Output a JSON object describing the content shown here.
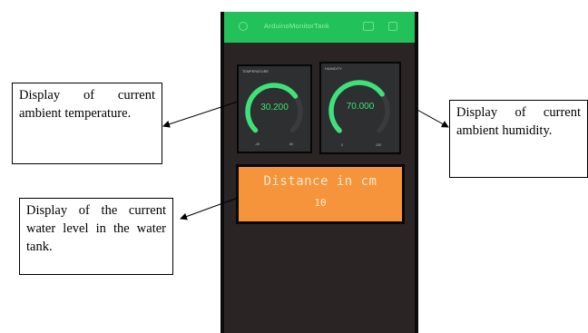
{
  "phone": {
    "topbar_title": "ArduinoMonitorTank",
    "widgets": {
      "temperature": {
        "label": "TEMPERATURE",
        "value": "30.200",
        "min": "-40",
        "max": "60",
        "fraction": 0.7
      },
      "humidity": {
        "label": "HUMIDITY",
        "value": "70.000",
        "min": "0",
        "max": "100",
        "fraction": 0.7
      },
      "distance": {
        "line1": "Distance in cm",
        "line2": "10"
      }
    },
    "colors": {
      "topbar": "#23c15a",
      "gauge": "#3fe27a",
      "distance_bg": "#f5943a"
    }
  },
  "callouts": {
    "temperature": "Display of current ambient temperature.",
    "humidity": "Display of current ambient humidity.",
    "water_level": "Display of the current water level in the water tank."
  }
}
